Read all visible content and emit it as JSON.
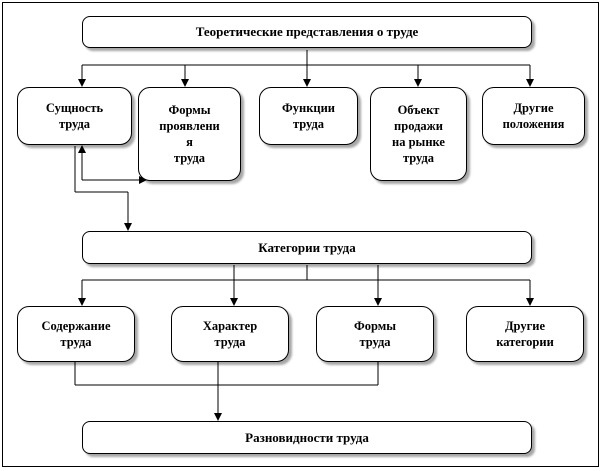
{
  "top": {
    "label": "Теоретические представления о труде"
  },
  "row1": [
    {
      "label": "Сущность\nтруда"
    },
    {
      "label": "Формы\nпроявлени\nя\nтруда"
    },
    {
      "label": "Функции\nтруда"
    },
    {
      "label": "Объект\nпродажи\nна рынке\nтруда"
    },
    {
      "label": "Другие\nположения"
    }
  ],
  "middle": {
    "label": "Категории труда"
  },
  "row2": [
    {
      "label": "Содержание\nтруда"
    },
    {
      "label": "Характер\nтруда"
    },
    {
      "label": "Формы\nтруда"
    },
    {
      "label": "Другие\nкатегории"
    }
  ],
  "bottom": {
    "label": "Разновидности труда"
  }
}
